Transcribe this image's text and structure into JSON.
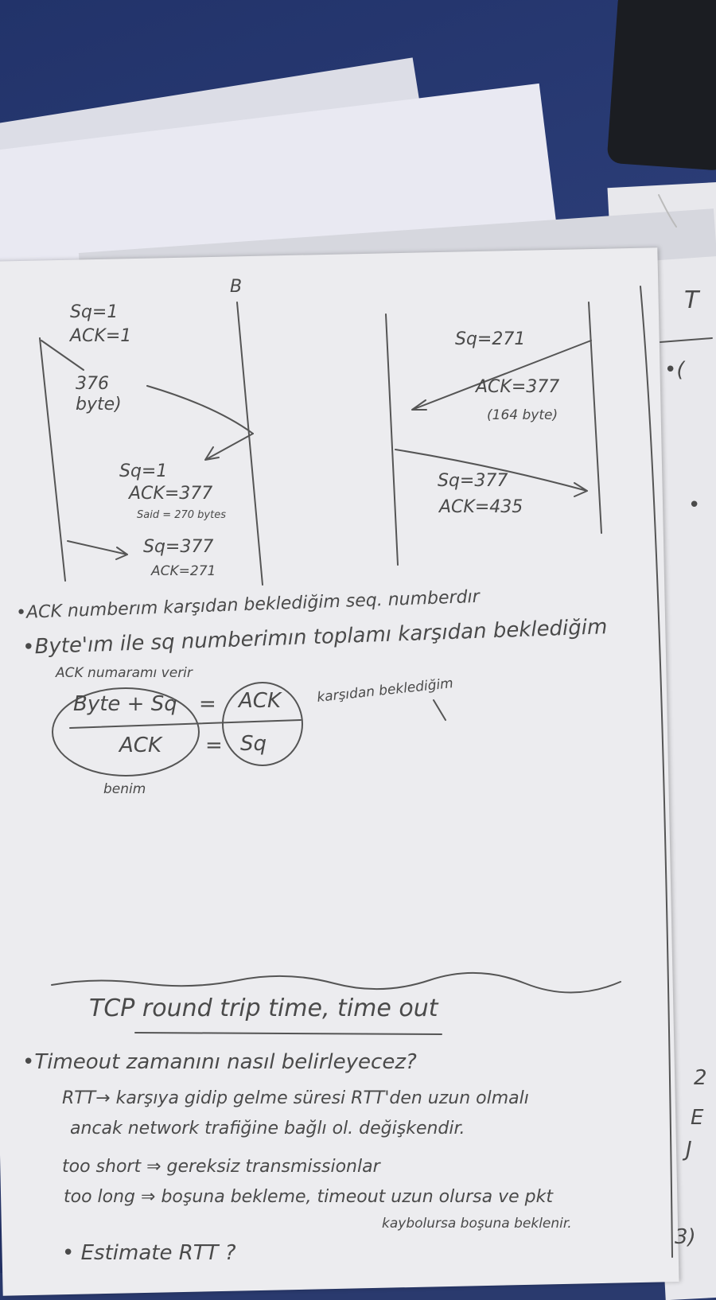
{
  "diagram_left": {
    "host_label": "B",
    "seg1": {
      "seq": "Sq=1",
      "ack": "ACK=1",
      "bytes": "376 byte)"
    },
    "seg2": {
      "seq": "Sq=1",
      "ack": "ACK=377",
      "note": "Said = 270 bytes"
    },
    "seg3": {
      "seq": "Sq=377",
      "ack": "ACK=271"
    }
  },
  "diagram_right": {
    "seg1": {
      "seq": "Sq=271",
      "ack": "ACK=377",
      "bytes": "(164 byte)"
    },
    "seg2": {
      "seq": "Sq=377",
      "ack": "ACK=435"
    }
  },
  "notes": {
    "line1": "•ACK numberım karşıdan beklediğim seq. numberdır",
    "line2": "•Byte'ım ile sq numberimın toplamı karşıdan beklediğim",
    "line3": "ACK numaramı verir",
    "eq1_left": "Byte + Sq",
    "eq1_eq": "=",
    "eq1_right": "ACK",
    "eq1_note": "karşıdan beklediğim",
    "eq2_left": "ACK",
    "eq2_eq": "=",
    "eq2_right": "Sq",
    "eq_label": "benim"
  },
  "section2": {
    "title": "TCP round trip time, time out",
    "bullet1": "•Timeout zamanını nasıl belirleyecez?",
    "line_a": "RTT→ karşıya gidip gelme süresi  RTT'den uzun olmalı",
    "line_b": "ancak network trafiğine bağlı ol. değişkendir.",
    "line_c": "too short ⇒ gereksiz transmissionlar",
    "line_d": "too long ⇒ boşuna bekleme, timeout uzun olursa ve pkt",
    "line_e": "kaybolursa boşuna beklenir.",
    "bullet2": "• Estimate RTT ?"
  },
  "right_page": {
    "t_char": "T",
    "bullet_char": "•(",
    "dot": "•",
    "bracket": "2",
    "e_char": "E",
    "j_char": "J",
    "three": "3)"
  }
}
